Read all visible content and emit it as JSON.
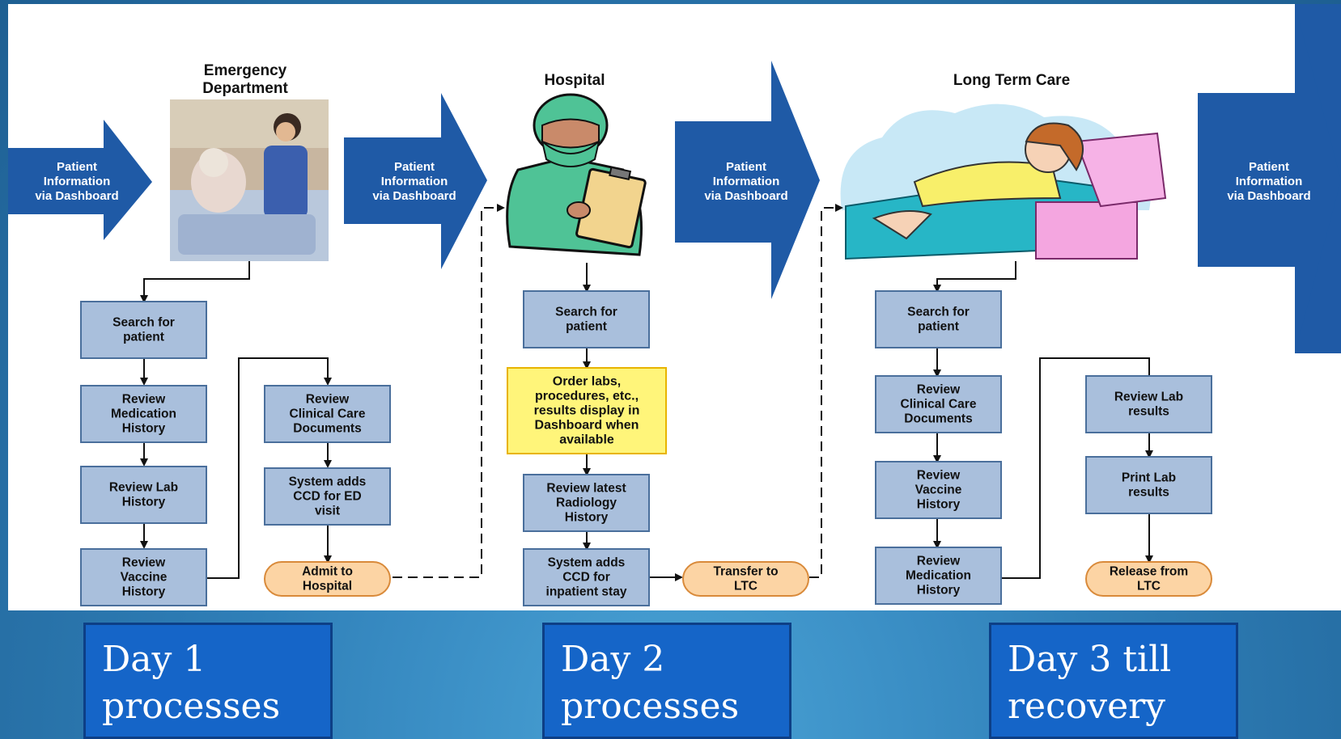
{
  "arrows": {
    "label_line1": "Patient",
    "label_line2": "Information",
    "label_line3": "via Dashboard"
  },
  "stages": {
    "emergency": {
      "title_line1": "Emergency",
      "title_line2": "Department"
    },
    "hospital": {
      "title": "Hospital"
    },
    "ltc": {
      "title": "Long Term Care"
    }
  },
  "ed": {
    "search": [
      "Search for",
      "patient"
    ],
    "med_history": [
      "Review",
      "Medication",
      "History"
    ],
    "lab_history": [
      "Review Lab",
      "History"
    ],
    "vaccine_history": [
      "Review",
      "Vaccine",
      "History"
    ],
    "clinical_docs": [
      "Review",
      "Clinical Care",
      "Documents"
    ],
    "system_ccd": [
      "System adds",
      "CCD for ED",
      "visit"
    ],
    "admit": [
      "Admit to",
      "Hospital"
    ]
  },
  "hosp": {
    "search": [
      "Search for",
      "patient"
    ],
    "order_labs": [
      "Order labs,",
      "procedures, etc.,",
      "results display in",
      "Dashboard when",
      "available"
    ],
    "radiology": [
      "Review latest",
      "Radiology",
      "History"
    ],
    "system_ccd": [
      "System adds",
      "CCD for",
      "inpatient stay"
    ],
    "transfer": [
      "Transfer to",
      "LTC"
    ]
  },
  "ltc": {
    "search": [
      "Search for",
      "patient"
    ],
    "clinical_docs": [
      "Review",
      "Clinical Care",
      "Documents"
    ],
    "vaccine_history": [
      "Review",
      "Vaccine",
      "History"
    ],
    "med_history": [
      "Review",
      "Medication",
      "History"
    ],
    "lab_results": [
      "Review Lab",
      "results"
    ],
    "print_lab": [
      "Print  Lab",
      "results"
    ],
    "release": [
      "Release from",
      "LTC"
    ]
  },
  "days": {
    "day1": "Day 1\nprocesses",
    "day2": "Day 2\nprocesses",
    "day3": "Day 3  till\nrecovery"
  },
  "colors": {
    "arrow_blue": "#1f5aa6",
    "box_fill": "#a9bfdc",
    "box_stroke": "#4a6f9c",
    "highlight_fill": "#fff57a",
    "highlight_stroke": "#e8b400",
    "oval_fill": "#fcd4a4",
    "oval_stroke": "#d98a3a",
    "day_box": "#1565c8"
  }
}
